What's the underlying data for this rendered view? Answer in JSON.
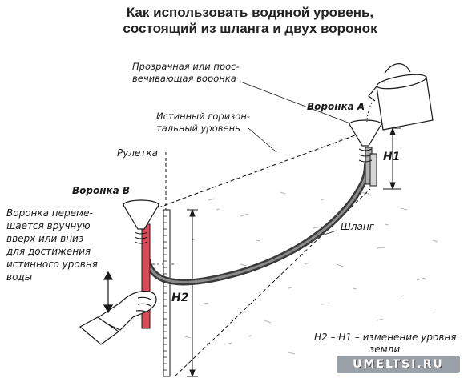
{
  "title": {
    "line1": "Как использовать водяной уровень,",
    "line2": "состоящий из шланга и двух воронок"
  },
  "labels": {
    "transparent_funnel_1": "Прозрачная или прос-",
    "transparent_funnel_2": "вечивающая воронка",
    "funnel_a": "Воронка А",
    "true_level_1": "Истинный горизон-",
    "true_level_2": "тальный уровень",
    "tape": "Рулетка",
    "funnel_b": "Воронка В",
    "hose": "Шланг",
    "h1": "H1",
    "h2": "H2",
    "formula_1": "H2 – H1 – изменение уровня",
    "formula_2": "земли"
  },
  "side_note": [
    "Воронка переме-",
    "щается вручную",
    "вверх или вниз",
    "для достижения",
    "истинного уровня",
    "воды"
  ],
  "watermark": "UMELTSI.RU",
  "colors": {
    "ink": "#1a1a1a",
    "hose": "#4a4a4a",
    "tube_red": "#d94b57",
    "watermark_bg": "#9aa0a8"
  }
}
